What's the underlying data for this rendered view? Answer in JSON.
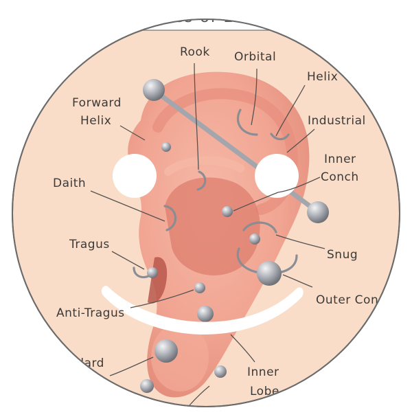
{
  "title": "...es of Ea...",
  "colors": {
    "background": "#f9ddc8",
    "skin": "#f3a89a",
    "skin_dark": "#d97c6e",
    "jewelry": "#a9acb2",
    "outline": "#6b6b6b",
    "label": "#3c3a38"
  },
  "labels": {
    "rook": "Rook",
    "orbital": "Orbital",
    "helix": "Helix",
    "forward_helix_1": "Forward",
    "forward_helix_2": "Helix",
    "industrial": "Industrial",
    "inner_conch_1": "Inner",
    "inner_conch_2": "Conch",
    "daith": "Daith",
    "tragus": "Tragus",
    "snug": "Snug",
    "anti_tragus": "Anti-Tragus",
    "outer_conch": "Outer Con",
    "standard": "ndard",
    "inner_lobe_1": "Inner",
    "inner_lobe_2": "Lobe"
  }
}
